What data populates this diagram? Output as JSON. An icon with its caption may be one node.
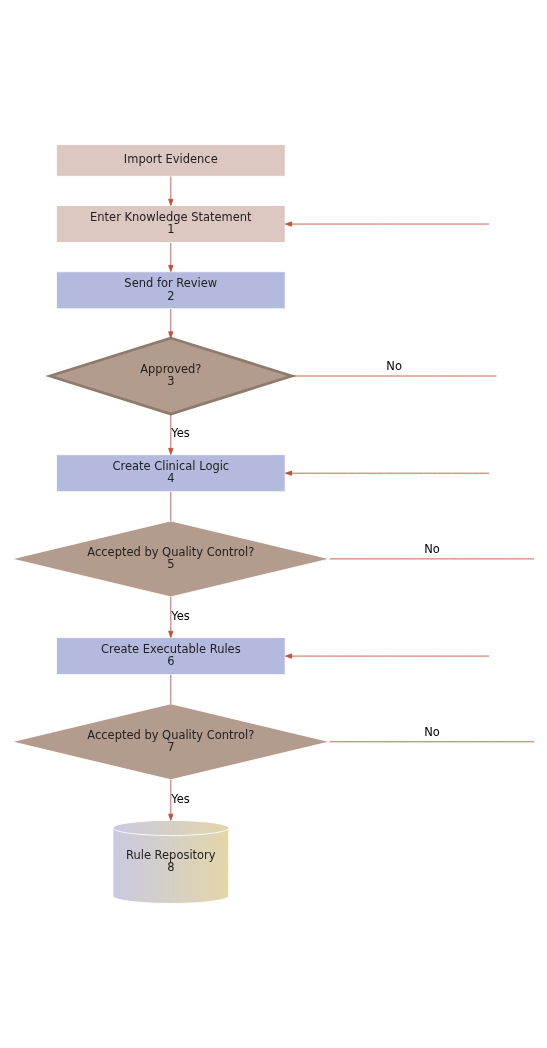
{
  "diagram": {
    "nodes": [
      {
        "text": [
          "Import Evidence"
        ]
      },
      {
        "text": [
          "Enter Knowledge Statement",
          "1"
        ]
      },
      {
        "text": [
          "Send for Review",
          "2"
        ]
      },
      {
        "text": [
          "Approved?",
          "3"
        ]
      },
      {
        "text": [
          "Create Clinical Logic",
          "4"
        ]
      },
      {
        "text": [
          "Accepted by Quality Control?",
          "5"
        ]
      },
      {
        "text": [
          "Create Executable Rules",
          "6"
        ]
      },
      {
        "text": [
          "Accepted by Quality Control?",
          "7"
        ]
      },
      {
        "text": [
          "Rule Repository",
          "8"
        ]
      }
    ],
    "edges": [
      {
        "from": 0,
        "to": 1,
        "arrow": "to"
      },
      {
        "from": null,
        "to": 1,
        "arrow": "to"
      },
      {
        "from": 1,
        "to": 2,
        "arrow": "to"
      },
      {
        "from": 2,
        "to": 3,
        "arrow": "to"
      },
      {
        "from": 3,
        "to": null,
        "arrow": "none",
        "label": "No"
      },
      {
        "from": 3,
        "to": 4,
        "arrow": "to",
        "label": "Yes"
      },
      {
        "from": null,
        "to": 4,
        "arrow": "to"
      },
      {
        "from": 4,
        "to": 5,
        "arrow": "none"
      },
      {
        "from": 5,
        "to": null,
        "arrow": "none",
        "label": "No"
      },
      {
        "from": 5,
        "to": 6,
        "arrow": "to",
        "label": "Yes"
      },
      {
        "from": null,
        "to": 6,
        "arrow": "to"
      },
      {
        "from": 6,
        "to": 7,
        "arrow": "none"
      },
      {
        "from": 7,
        "to": null,
        "arrow": "none",
        "label": "No"
      },
      {
        "from": 7,
        "to": 8,
        "arrow": "to",
        "label": "Yes"
      }
    ]
  }
}
